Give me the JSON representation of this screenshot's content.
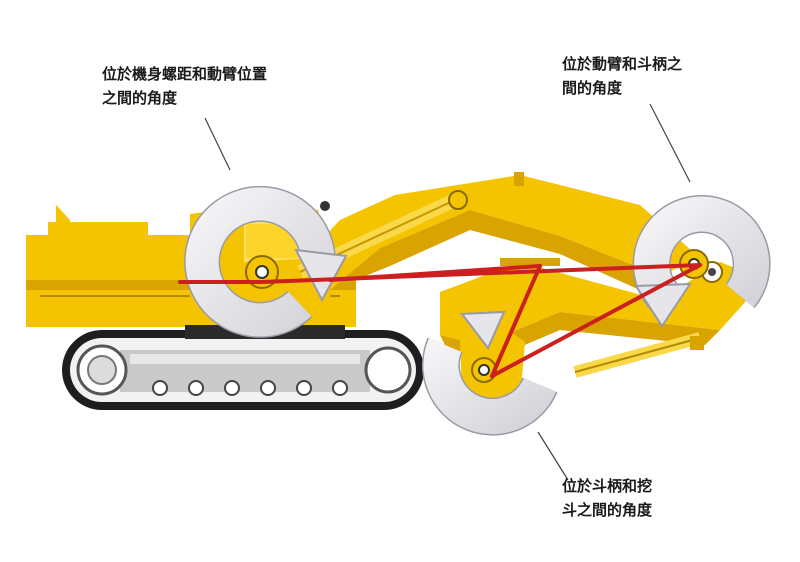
{
  "colors": {
    "machine_yellow": "#f5c400",
    "machine_dark": "#d9a300",
    "track": "#1e1e1e",
    "rotation_arrow": "#e6e6ea",
    "linkage": "#cc1f1f"
  },
  "annotations": [
    {
      "lines": [
        "位於機身螺距和動臂位置",
        "之間的角度"
      ]
    },
    {
      "lines": [
        "位於動臂和斗柄之",
        "間的角度"
      ]
    },
    {
      "lines": [
        "位於斗柄和挖",
        "斗之間的角度"
      ]
    }
  ]
}
